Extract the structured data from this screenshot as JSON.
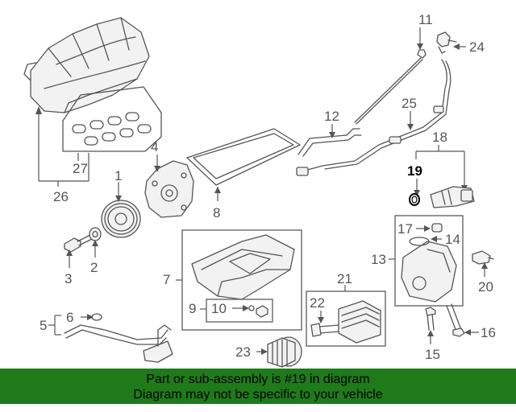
{
  "callouts": {
    "c1": "1",
    "c2": "2",
    "c3": "3",
    "c4": "4",
    "c5": "5",
    "c6": "6",
    "c7": "7",
    "c8": "8",
    "c9": "9",
    "c10": "10",
    "c11": "11",
    "c12": "12",
    "c13": "13",
    "c14": "14",
    "c15": "15",
    "c16": "16",
    "c17": "17",
    "c18": "18",
    "c19": "19",
    "c20": "20",
    "c21": "21",
    "c22": "22",
    "c23": "23",
    "c24": "24",
    "c25": "25",
    "c26": "26",
    "c27": "27"
  },
  "highlighted_part": "19",
  "colors": {
    "banner": "#1f7a1a",
    "line_art": "#555555",
    "highlight": "#000000"
  },
  "banner": {
    "line1": "Part or sub-assembly is #19 in diagram",
    "line2": "Diagram may not be specific to your vehicle"
  }
}
